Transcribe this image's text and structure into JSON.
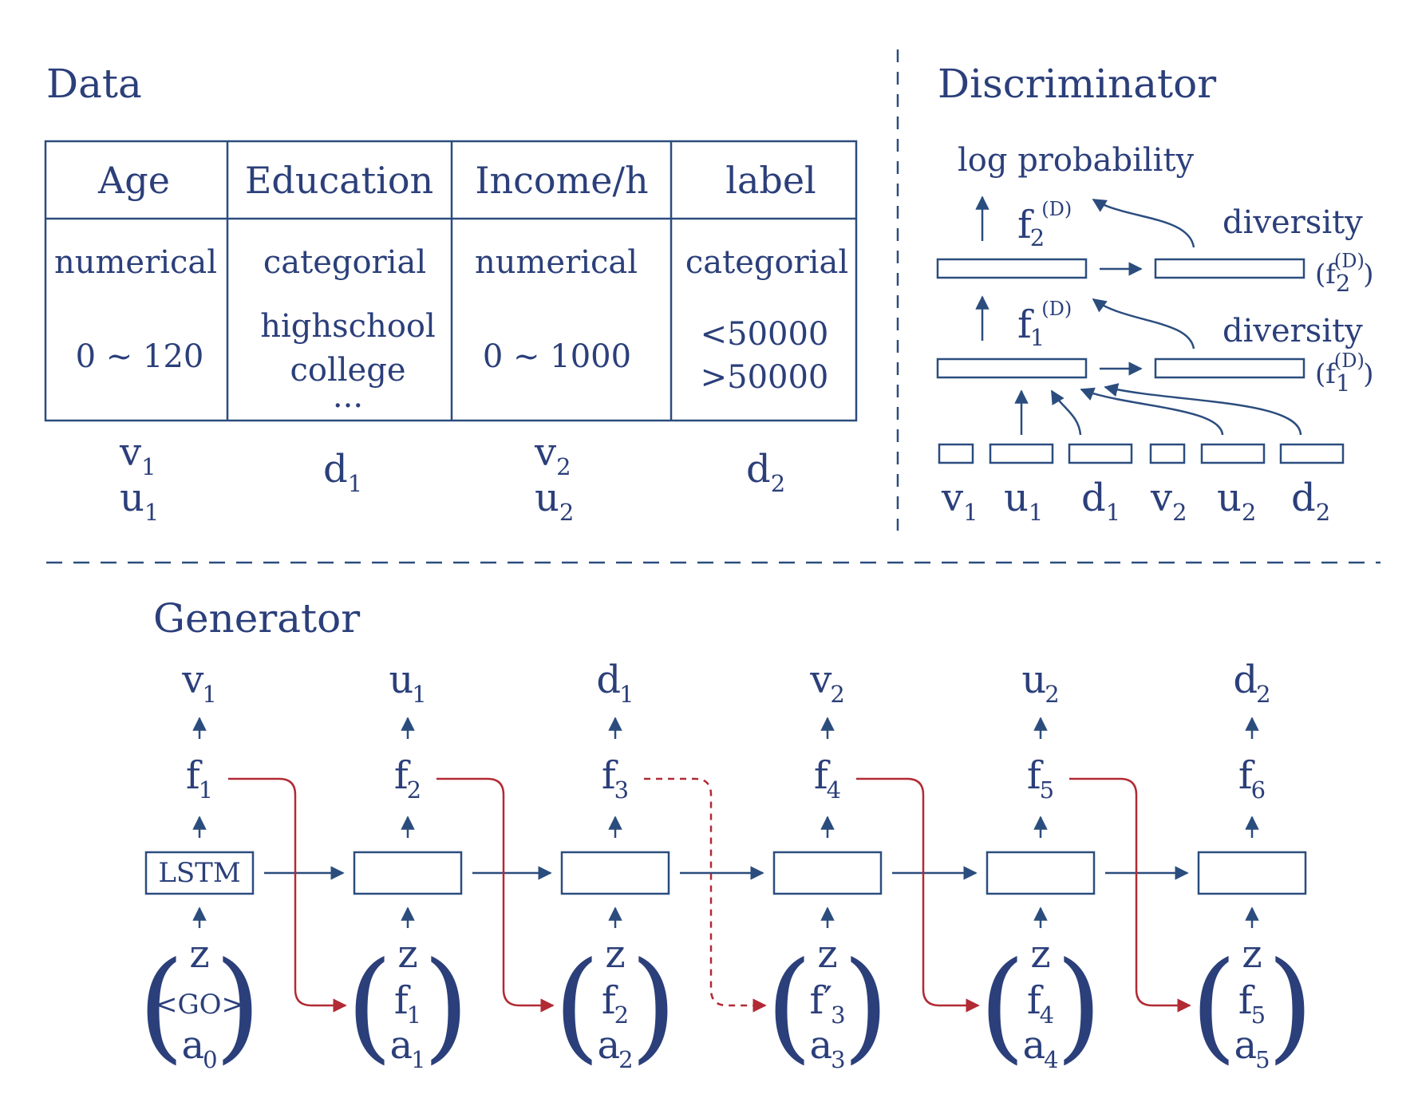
{
  "data_section": {
    "title": "Data",
    "headers": [
      "Age",
      "Education",
      "Income/h",
      "label"
    ],
    "types": [
      "numerical",
      "categorial",
      "numerical",
      "categorial"
    ],
    "ranges": {
      "age": "0 ~ 120",
      "education": [
        "highschool",
        "college",
        "..."
      ],
      "income": "0 ~ 1000",
      "label": [
        "<50000",
        ">50000"
      ]
    },
    "columns": [
      {
        "vars": [
          {
            "base": "v",
            "sub": "1"
          },
          {
            "base": "u",
            "sub": "1"
          }
        ]
      },
      {
        "vars": [
          {
            "base": "d",
            "sub": "1"
          }
        ]
      },
      {
        "vars": [
          {
            "base": "v",
            "sub": "2"
          },
          {
            "base": "u",
            "sub": "2"
          }
        ]
      },
      {
        "vars": [
          {
            "base": "d",
            "sub": "2"
          }
        ]
      }
    ]
  },
  "discriminator": {
    "title": "Discriminator",
    "output_label": "log probability",
    "diversity_label": "diversity",
    "layers": [
      {
        "f_base": "f",
        "f_sub": "2",
        "f_sup": "(D)",
        "div_open": "(f",
        "div_sup": "(D)",
        "div_sub": "2",
        "div_close": ")"
      },
      {
        "f_base": "f",
        "f_sub": "1",
        "f_sup": "(D)",
        "div_open": "(f",
        "div_sup": "(D)",
        "div_sub": "1",
        "div_close": ")"
      }
    ],
    "inputs": [
      {
        "base": "v",
        "sub": "1"
      },
      {
        "base": "u",
        "sub": "1"
      },
      {
        "base": "d",
        "sub": "1"
      },
      {
        "base": "v",
        "sub": "2"
      },
      {
        "base": "u",
        "sub": "2"
      },
      {
        "base": "d",
        "sub": "2"
      }
    ]
  },
  "generator": {
    "title": "Generator",
    "cell_label": "LSTM",
    "steps": [
      {
        "out_base": "v",
        "out_sub": "1",
        "f_sub": "1",
        "in_top": "z",
        "in_mid_base": "<GO>",
        "in_mid_sub": "",
        "in_bot_base": "a",
        "in_bot_sub": "0"
      },
      {
        "out_base": "u",
        "out_sub": "1",
        "f_sub": "2",
        "in_top": "z",
        "in_mid_base": "f",
        "in_mid_sub": "1",
        "in_bot_base": "a",
        "in_bot_sub": "1"
      },
      {
        "out_base": "d",
        "out_sub": "1",
        "f_sub": "3",
        "in_top": "z",
        "in_mid_base": "f",
        "in_mid_sub": "2",
        "in_bot_base": "a",
        "in_bot_sub": "2"
      },
      {
        "out_base": "v",
        "out_sub": "2",
        "f_sub": "4",
        "in_top": "z",
        "in_mid_base": "f′",
        "in_mid_sub": "3",
        "in_bot_base": "a",
        "in_bot_sub": "3"
      },
      {
        "out_base": "u",
        "out_sub": "2",
        "f_sub": "5",
        "in_top": "z",
        "in_mid_base": "f",
        "in_mid_sub": "4",
        "in_bot_base": "a",
        "in_bot_sub": "4"
      },
      {
        "out_base": "d",
        "out_sub": "2",
        "f_sub": "6",
        "in_top": "z",
        "in_mid_base": "f",
        "in_mid_sub": "5",
        "in_bot_base": "a",
        "in_bot_sub": "5"
      }
    ],
    "f_base": "f"
  },
  "colors": {
    "ink": "#2b3f7a",
    "line": "#2b4d7e",
    "feedback": "#b22a34"
  }
}
